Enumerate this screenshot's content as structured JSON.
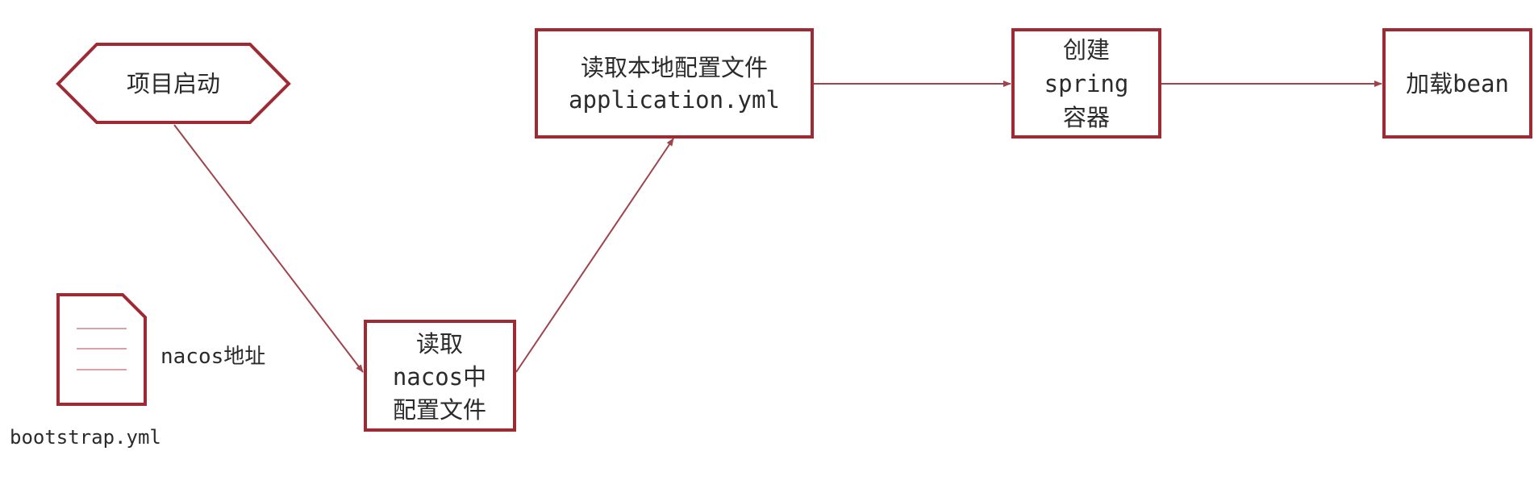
{
  "colors": {
    "stroke": "#9e2a34",
    "line": "#a0434b",
    "doc_lines": "#d9a0a6",
    "text": "#2b2b2b"
  },
  "nodes": {
    "start": {
      "text": "项目启动"
    },
    "read_nacos": {
      "lines": [
        "读取",
        "nacos中",
        "配置文件"
      ]
    },
    "read_local": {
      "lines": [
        "读取本地配置文件",
        "application.yml"
      ]
    },
    "create_container": {
      "lines": [
        "创建",
        "spring",
        "容器"
      ]
    },
    "load_bean": {
      "text": "加载bean"
    }
  },
  "file": {
    "icon": "document-icon",
    "label": "nacos地址",
    "caption": "bootstrap.yml"
  },
  "edges": [
    {
      "from": "start",
      "to": "read_nacos"
    },
    {
      "from": "read_nacos",
      "to": "read_local"
    },
    {
      "from": "read_local",
      "to": "create_container"
    },
    {
      "from": "create_container",
      "to": "load_bean"
    }
  ]
}
